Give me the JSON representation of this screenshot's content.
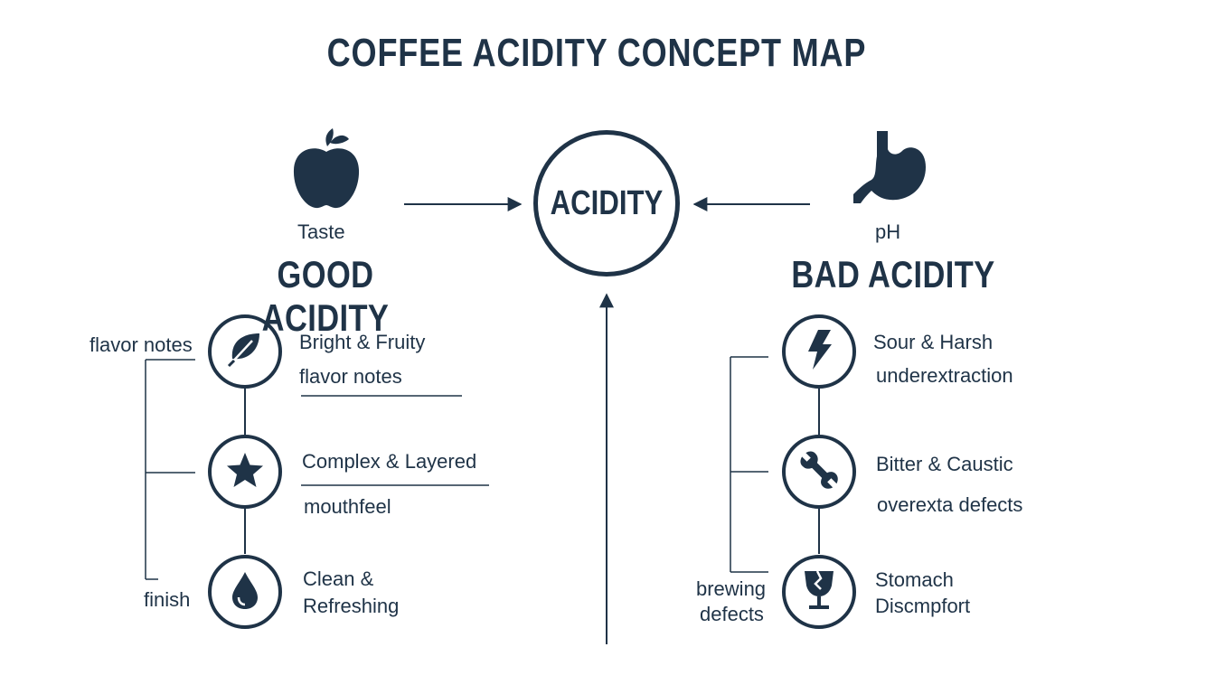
{
  "title": "COFFEE ACIDITY CONCEPT MAP",
  "center": {
    "label": "ACIDITY"
  },
  "left": {
    "source_icon": "apple-icon",
    "source_label": "Taste",
    "heading": "GOOD ACIDITY",
    "side_labels": [
      "flavor notes",
      "finish"
    ],
    "items": [
      {
        "icon": "leaf-icon",
        "line1": "Bright & Fruity",
        "line2": "flavor notes"
      },
      {
        "icon": "star-icon",
        "line1": "Complex & Layered",
        "line2": "mouthfeel"
      },
      {
        "icon": "drop-icon",
        "line1": "Clean &",
        "line2": "Refreshing"
      }
    ]
  },
  "right": {
    "source_icon": "stomach-icon",
    "source_label": "pH",
    "heading": "BAD ACIDITY",
    "side_labels": [
      "brewing",
      "defects"
    ],
    "items": [
      {
        "icon": "lightning-icon",
        "line1": "Sour & Harsh",
        "line2": "underextraction"
      },
      {
        "icon": "wrench-icon",
        "line1": "Bitter & Caustic",
        "line2": "overexta defects"
      },
      {
        "icon": "broken-glass-icon",
        "line1": "Stomach",
        "line2": "Discmpfort"
      }
    ]
  },
  "colors": {
    "primary": "#1f3347",
    "background": "#ffffff"
  }
}
